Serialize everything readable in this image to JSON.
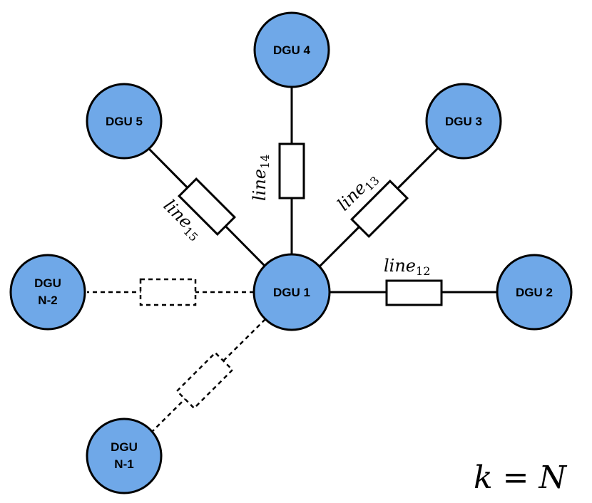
{
  "nodes": {
    "dgu1": "DGU 1",
    "dgu2": "DGU 2",
    "dgu3": "DGU 3",
    "dgu4": "DGU 4",
    "dgu5": "DGU 5",
    "dgun2": [
      "DGU",
      "N-2"
    ],
    "dgun1": [
      "DGU",
      "N-1"
    ]
  },
  "lines": {
    "l12": {
      "base": "line",
      "sub": "12"
    },
    "l13": {
      "base": "line",
      "sub": "13"
    },
    "l14": {
      "base": "line",
      "sub": "14"
    },
    "l15": {
      "base": "line",
      "sub": "15"
    }
  },
  "equation": "k = N",
  "colors": {
    "node_fill": "#6fa8e8",
    "stroke": "#000000"
  }
}
